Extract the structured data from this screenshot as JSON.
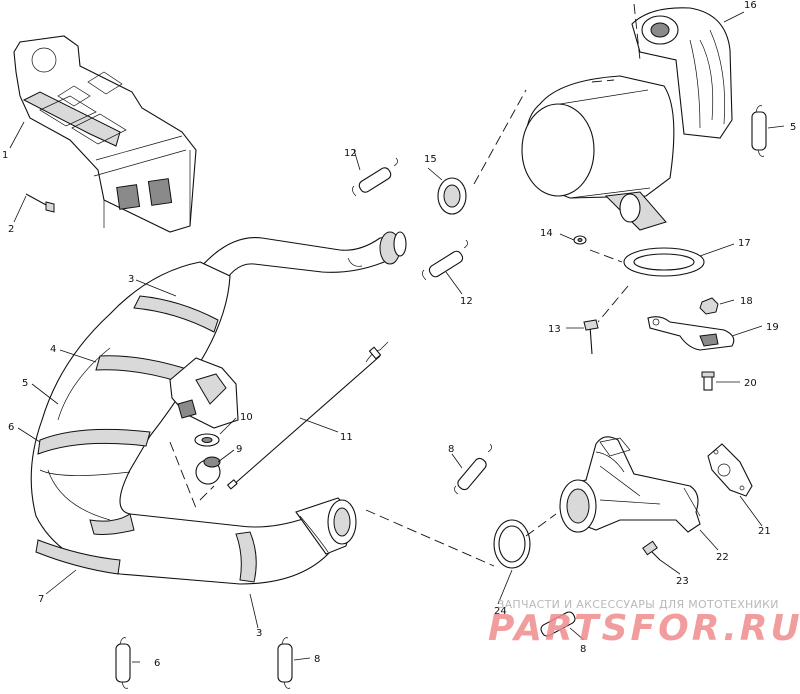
{
  "callouts": {
    "c1": "1",
    "c2": "2",
    "c3a": "3",
    "c3b": "3",
    "c4": "4",
    "c5": "5",
    "c5r": "5",
    "c6": "6",
    "c6b": "6",
    "c7": "7",
    "c8a": "8",
    "c8b": "8",
    "c8c": "8",
    "c9": "9",
    "c10": "10",
    "c11": "11",
    "c12a": "12",
    "c12b": "12",
    "c13": "13",
    "c14": "14",
    "c15": "15",
    "c16": "16",
    "c17": "17",
    "c18": "18",
    "c19": "19",
    "c20": "20",
    "c21": "21",
    "c22": "22",
    "c23": "23",
    "c24": "24"
  },
  "watermark": {
    "top_text": "ЗАПЧАСТИ И АКСЕССУАРЫ ДЛЯ МОТОТЕХНИКИ",
    "logo_text": "PARTSFOR.RU"
  }
}
